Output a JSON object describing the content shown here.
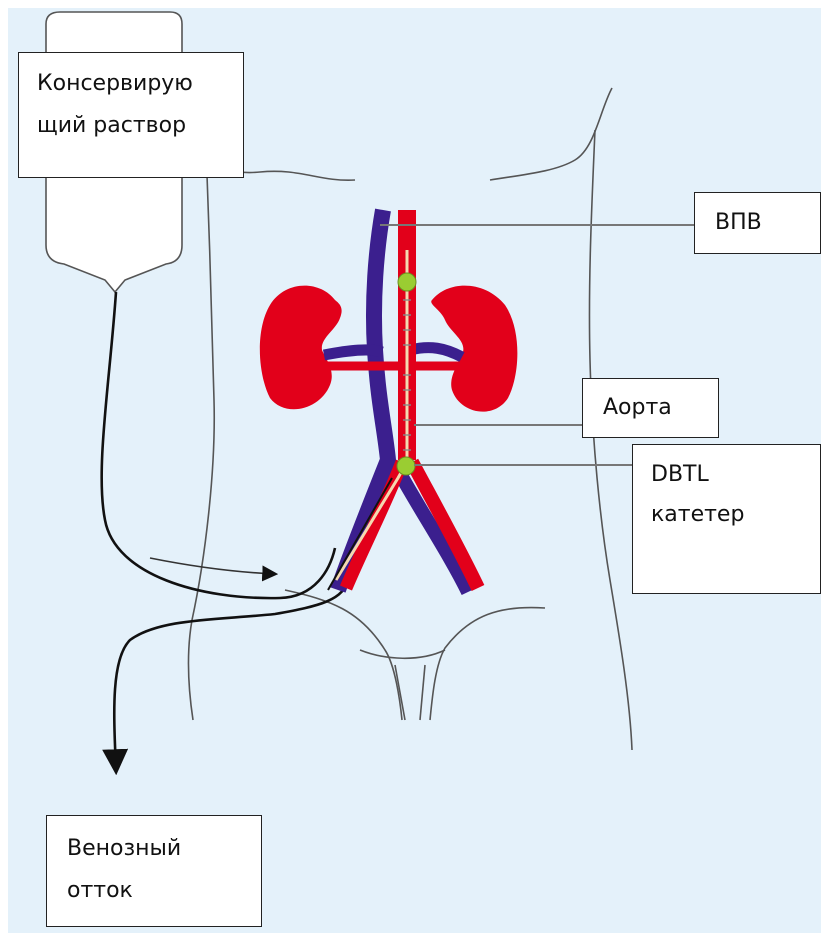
{
  "labels": {
    "solution_line1": "Консервирую",
    "solution_line2": "щий раствор",
    "ivc": "ВПВ",
    "aorta": "Аорта",
    "catheter_line1": "DBTL",
    "catheter_line2": "катетер",
    "venous_line1": "Венозный",
    "venous_line2": "отток"
  },
  "colors": {
    "background": "#e4f1fa",
    "artery_red": "#e2001a",
    "vein_blue": "#3b1f8e",
    "balloon_green": "#9acd32",
    "outline_gray": "#555555"
  }
}
